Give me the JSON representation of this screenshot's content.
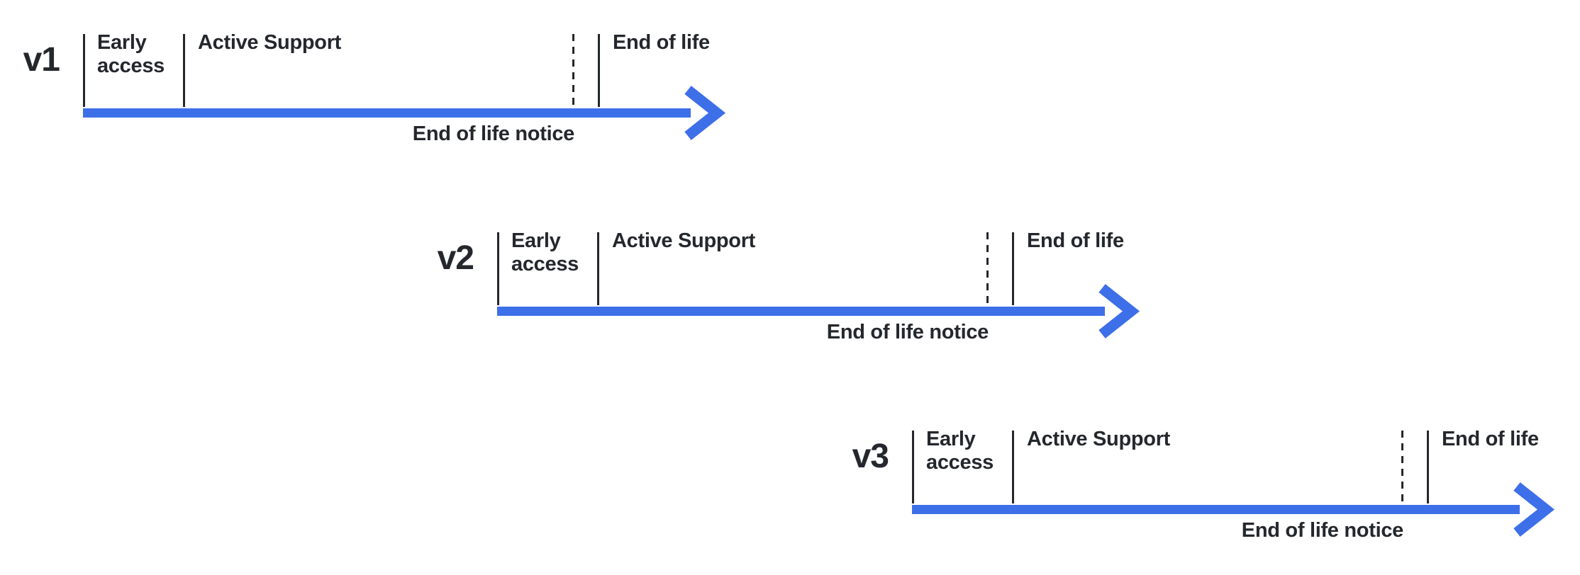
{
  "diagram_type": "version-lifecycle-timelines",
  "colors": {
    "ink": "#24272c",
    "arrow": "#3d6fe8",
    "background": "#ffffff"
  },
  "timelines": [
    {
      "version": "v1",
      "early_access": "Early access",
      "active_support": "Active Support",
      "end_of_life": "End of life",
      "end_of_life_notice": "End of life notice"
    },
    {
      "version": "v2",
      "early_access": "Early access",
      "active_support": "Active Support",
      "end_of_life": "End of life",
      "end_of_life_notice": "End of life notice"
    },
    {
      "version": "v3",
      "early_access": "Early access",
      "active_support": "Active Support",
      "end_of_life": "End of life",
      "end_of_life_notice": "End of life notice"
    }
  ]
}
